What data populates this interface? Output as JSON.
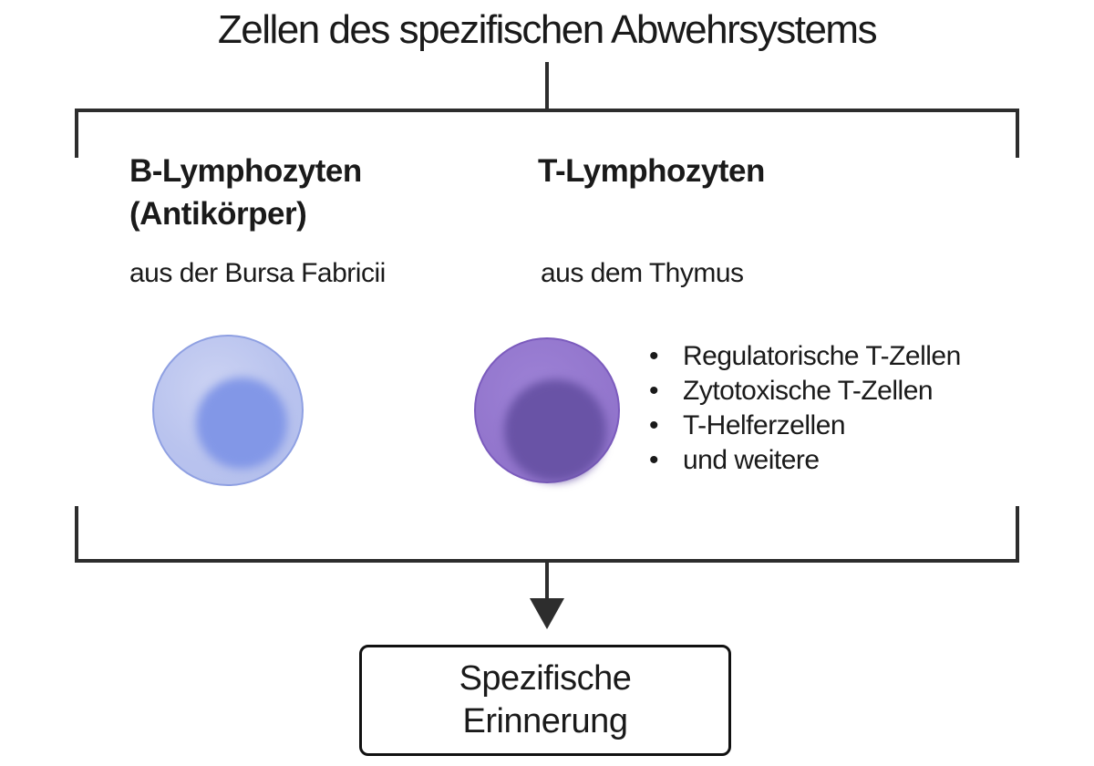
{
  "title": "Zellen des spezifischen Abwehrsystems",
  "b_column": {
    "heading_line1": "B-Lymphozyten",
    "heading_line2": "(Antikörper)",
    "origin": "aus der Bursa Fabricii",
    "cell": "b-lymphocyte"
  },
  "t_column": {
    "heading_line1": "T-Lymphozyten",
    "origin": "aus dem Thymus",
    "cell": "t-lymphocyte",
    "types": [
      "Regulatorische T-Zellen",
      "Zytotoxische T-Zellen",
      "T-Helferzellen",
      "und weitere"
    ]
  },
  "result_box": {
    "line1": "Spezifische",
    "line2": "Erinnerung"
  },
  "colors": {
    "text": "#1a1a1a",
    "line": "#2d2d2d",
    "box-border": "#111111",
    "b-cytoplasm": "#b9c3ee",
    "b-nucleus": "#8297e7",
    "b-border": "#8fa0e2",
    "t-cytoplasm": "#9376cd",
    "t-nucleus": "#6953a6",
    "t-border": "#7b5bbd"
  }
}
